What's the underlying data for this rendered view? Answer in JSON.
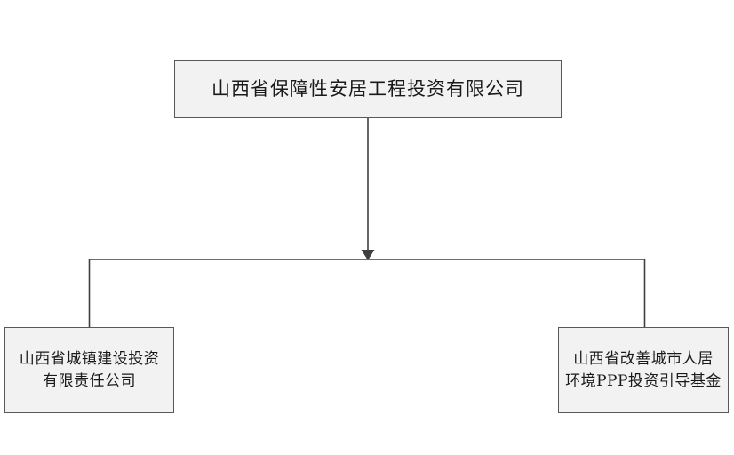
{
  "diagram": {
    "type": "organization-chart",
    "title_text": "",
    "background_color": "#ffffff",
    "node_fill_color": "#f2f2f2",
    "node_border_color": "#585858",
    "connector_color": "#3f3f3f",
    "text_color": "#1a1a1a",
    "nodes": {
      "root": {
        "label": "山西省保障性安居工程投资有限公司",
        "lines": [
          "山西省保障性安居工程投资有限公司"
        ]
      },
      "left": {
        "label": "山西省城镇建设投资有限责任公司",
        "lines": [
          "山西省城镇建设投资",
          "有限责任公司"
        ],
        "text": "山西省城镇建设投资\n有限责任公司"
      },
      "right": {
        "label": "山西省改善城市人居环境PPP投资引导基金",
        "lines": [
          "山西省改善城市人居",
          "环境PPP投资引导基金"
        ],
        "text": "山西省改善城市人居\n环境PPP投资引导基金"
      }
    },
    "edges": [
      {
        "from": "root",
        "to": "bus",
        "style": "solid",
        "arrow": "down"
      },
      {
        "from": "bus",
        "to": "left",
        "style": "solid",
        "arrow": "none"
      },
      {
        "from": "bus",
        "to": "right",
        "style": "solid",
        "arrow": "none"
      }
    ]
  }
}
